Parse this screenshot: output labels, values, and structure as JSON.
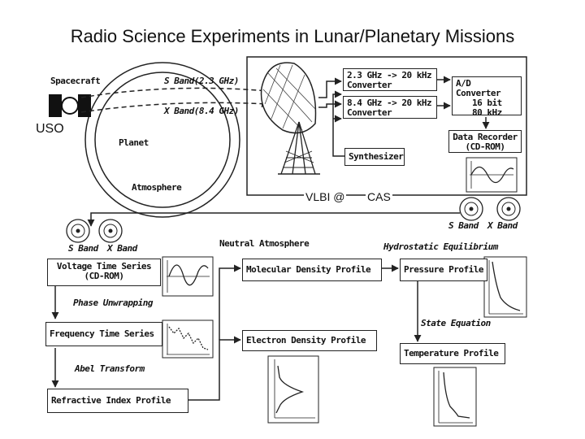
{
  "title": "Radio Science Experiments in Lunar/Planetary Missions",
  "top": {
    "spacecraft": "Spacecraft",
    "s_band_link": "S Band(2.3 GHz)",
    "x_band_link": "X Band(8.4 GHz)",
    "uso": "USO",
    "planet": "Planet",
    "atmosphere": "Atmosphere",
    "conv_23_line1": "2.3 GHz -> 20 kHz",
    "conv_23_line2": "Converter",
    "conv_84_line1": "8.4 GHz -> 20 kHz",
    "conv_84_line2": "Converter",
    "synthesizer": "Synthesizer",
    "adc_line1": "A/D Converter",
    "adc_line2": "16 bit",
    "adc_line3": "80 kHz",
    "recorder_line1": "Data Recorder",
    "recorder_line2": "(CD-ROM)",
    "vlbi": "VLBI @",
    "cas": "CAS",
    "disc_s_band": "S Band",
    "disc_x_band": "X Band"
  },
  "bottom": {
    "disc_s_band": "S Band",
    "disc_x_band": "X Band",
    "voltage_line1": "Voltage Time Series",
    "voltage_line2": "(CD-ROM)",
    "phase_unwrapping": "Phase Unwrapping",
    "frequency": "Frequency Time Series",
    "abel_transform": "Abel Transform",
    "refractive": "Refractive Index Profile",
    "neutral_atmosphere": "Neutral Atmosphere",
    "molecular": "Molecular Density Profile",
    "electron": "Electron Density Profile",
    "hydrostatic": "Hydrostatic Equilibrium",
    "pressure": "Pressure Profile",
    "state_equation": "State Equation",
    "temperature": "Temperature Profile"
  }
}
